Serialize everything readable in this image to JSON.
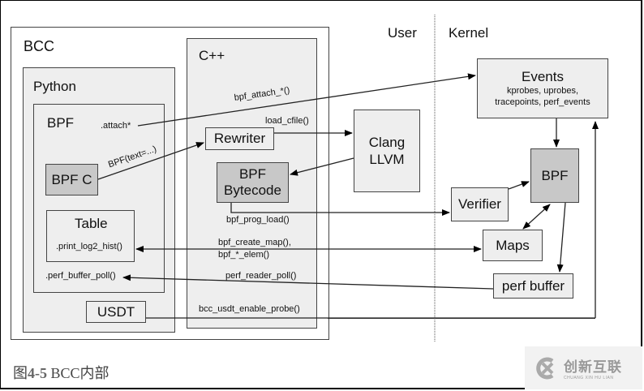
{
  "labels": {
    "user": "User",
    "kernel": "Kernel",
    "bcc": "BCC",
    "python": "Python",
    "cpp": "C++",
    "bpf_py": "BPF",
    "bpf_c": "BPF C",
    "table": "Table",
    "print_hist": ".print_log2_hist()",
    "attach": ".attach*",
    "perf_buffer_poll": ".perf_buffer_poll()",
    "usdt": "USDT",
    "rewriter": "Rewriter",
    "bpf_bytecode_1": "BPF",
    "bpf_bytecode_2": "Bytecode",
    "clang_1": "Clang",
    "clang_2": "LLVM",
    "events_title": "Events",
    "events_sub1": "kprobes, uprobes,",
    "events_sub2": "tracepoints, perf_events",
    "bpf_kernel": "BPF",
    "verifier": "Verifier",
    "maps": "Maps",
    "perf_buffer": "perf buffer"
  },
  "edges": {
    "bpf_attach": "bpf_attach_*()",
    "load_cfile": "load_cfile()",
    "bpf_text": "BPF(text=...)",
    "bpf_prog_load": "bpf_prog_load()",
    "bpf_create_map_1": "bpf_create_map(),",
    "bpf_create_map_2": "bpf_*_elem()",
    "perf_reader_poll": "perf_reader_poll()",
    "usdt_enable": "bcc_usdt_enable_probe()"
  },
  "caption": {
    "prefix": "图",
    "number": "4-5",
    "text": " BCC内部"
  },
  "watermark": {
    "brand": "创新互联",
    "sub": "CHUANG XIN HU LIAN"
  }
}
